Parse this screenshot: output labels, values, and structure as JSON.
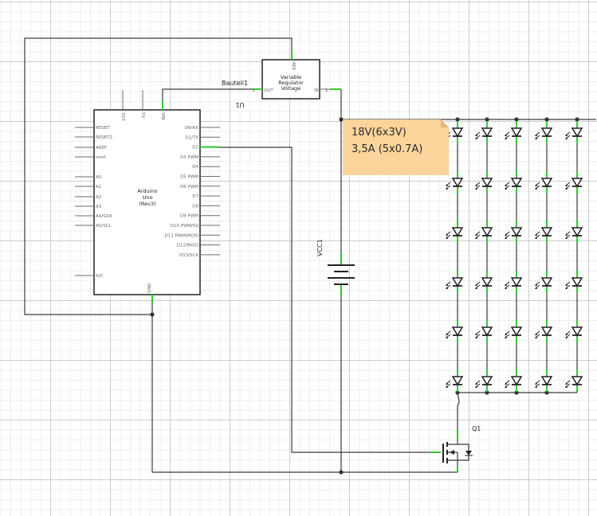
{
  "arduino": {
    "title": [
      "Arduino",
      "Uno",
      "(Rev3)"
    ],
    "pins_left": [
      "RESET",
      "RESET2",
      "AREF",
      "ioref",
      "A0",
      "A1",
      "A2",
      "A3",
      "A4/SDA",
      "A5/SCL",
      "N/C"
    ],
    "pins_right": [
      "D0/RX",
      "D1/TX",
      "D2",
      "D3 PWM",
      "D4",
      "D5 PWM",
      "D6 PWM",
      "D7",
      "D8",
      "D9 PWM",
      "D10 PWM/SS",
      "D11 PWM/MOSI",
      "D12/MISO",
      "D13/SCK"
    ],
    "pins_top": [
      "3V3",
      "5V",
      "VIN"
    ],
    "pin_bottom": "GND"
  },
  "regulator": {
    "title": [
      "Variable",
      "Regulator",
      "Voltage"
    ],
    "pin_out": "OUT",
    "pin_in": "IN",
    "pin_adj": "ADJ",
    "pin_num_left": "3",
    "pin_num_right": "1",
    "ref_label": "U1",
    "net_label": "Bauteil1"
  },
  "battery": {
    "label": "VCC1"
  },
  "transistor": {
    "label": "Q1"
  },
  "note": {
    "lines": [
      "18V(6x3V)",
      "3,5A (5x0.7A)"
    ]
  },
  "led_matrix": {
    "columns": 5,
    "rows": 6
  }
}
